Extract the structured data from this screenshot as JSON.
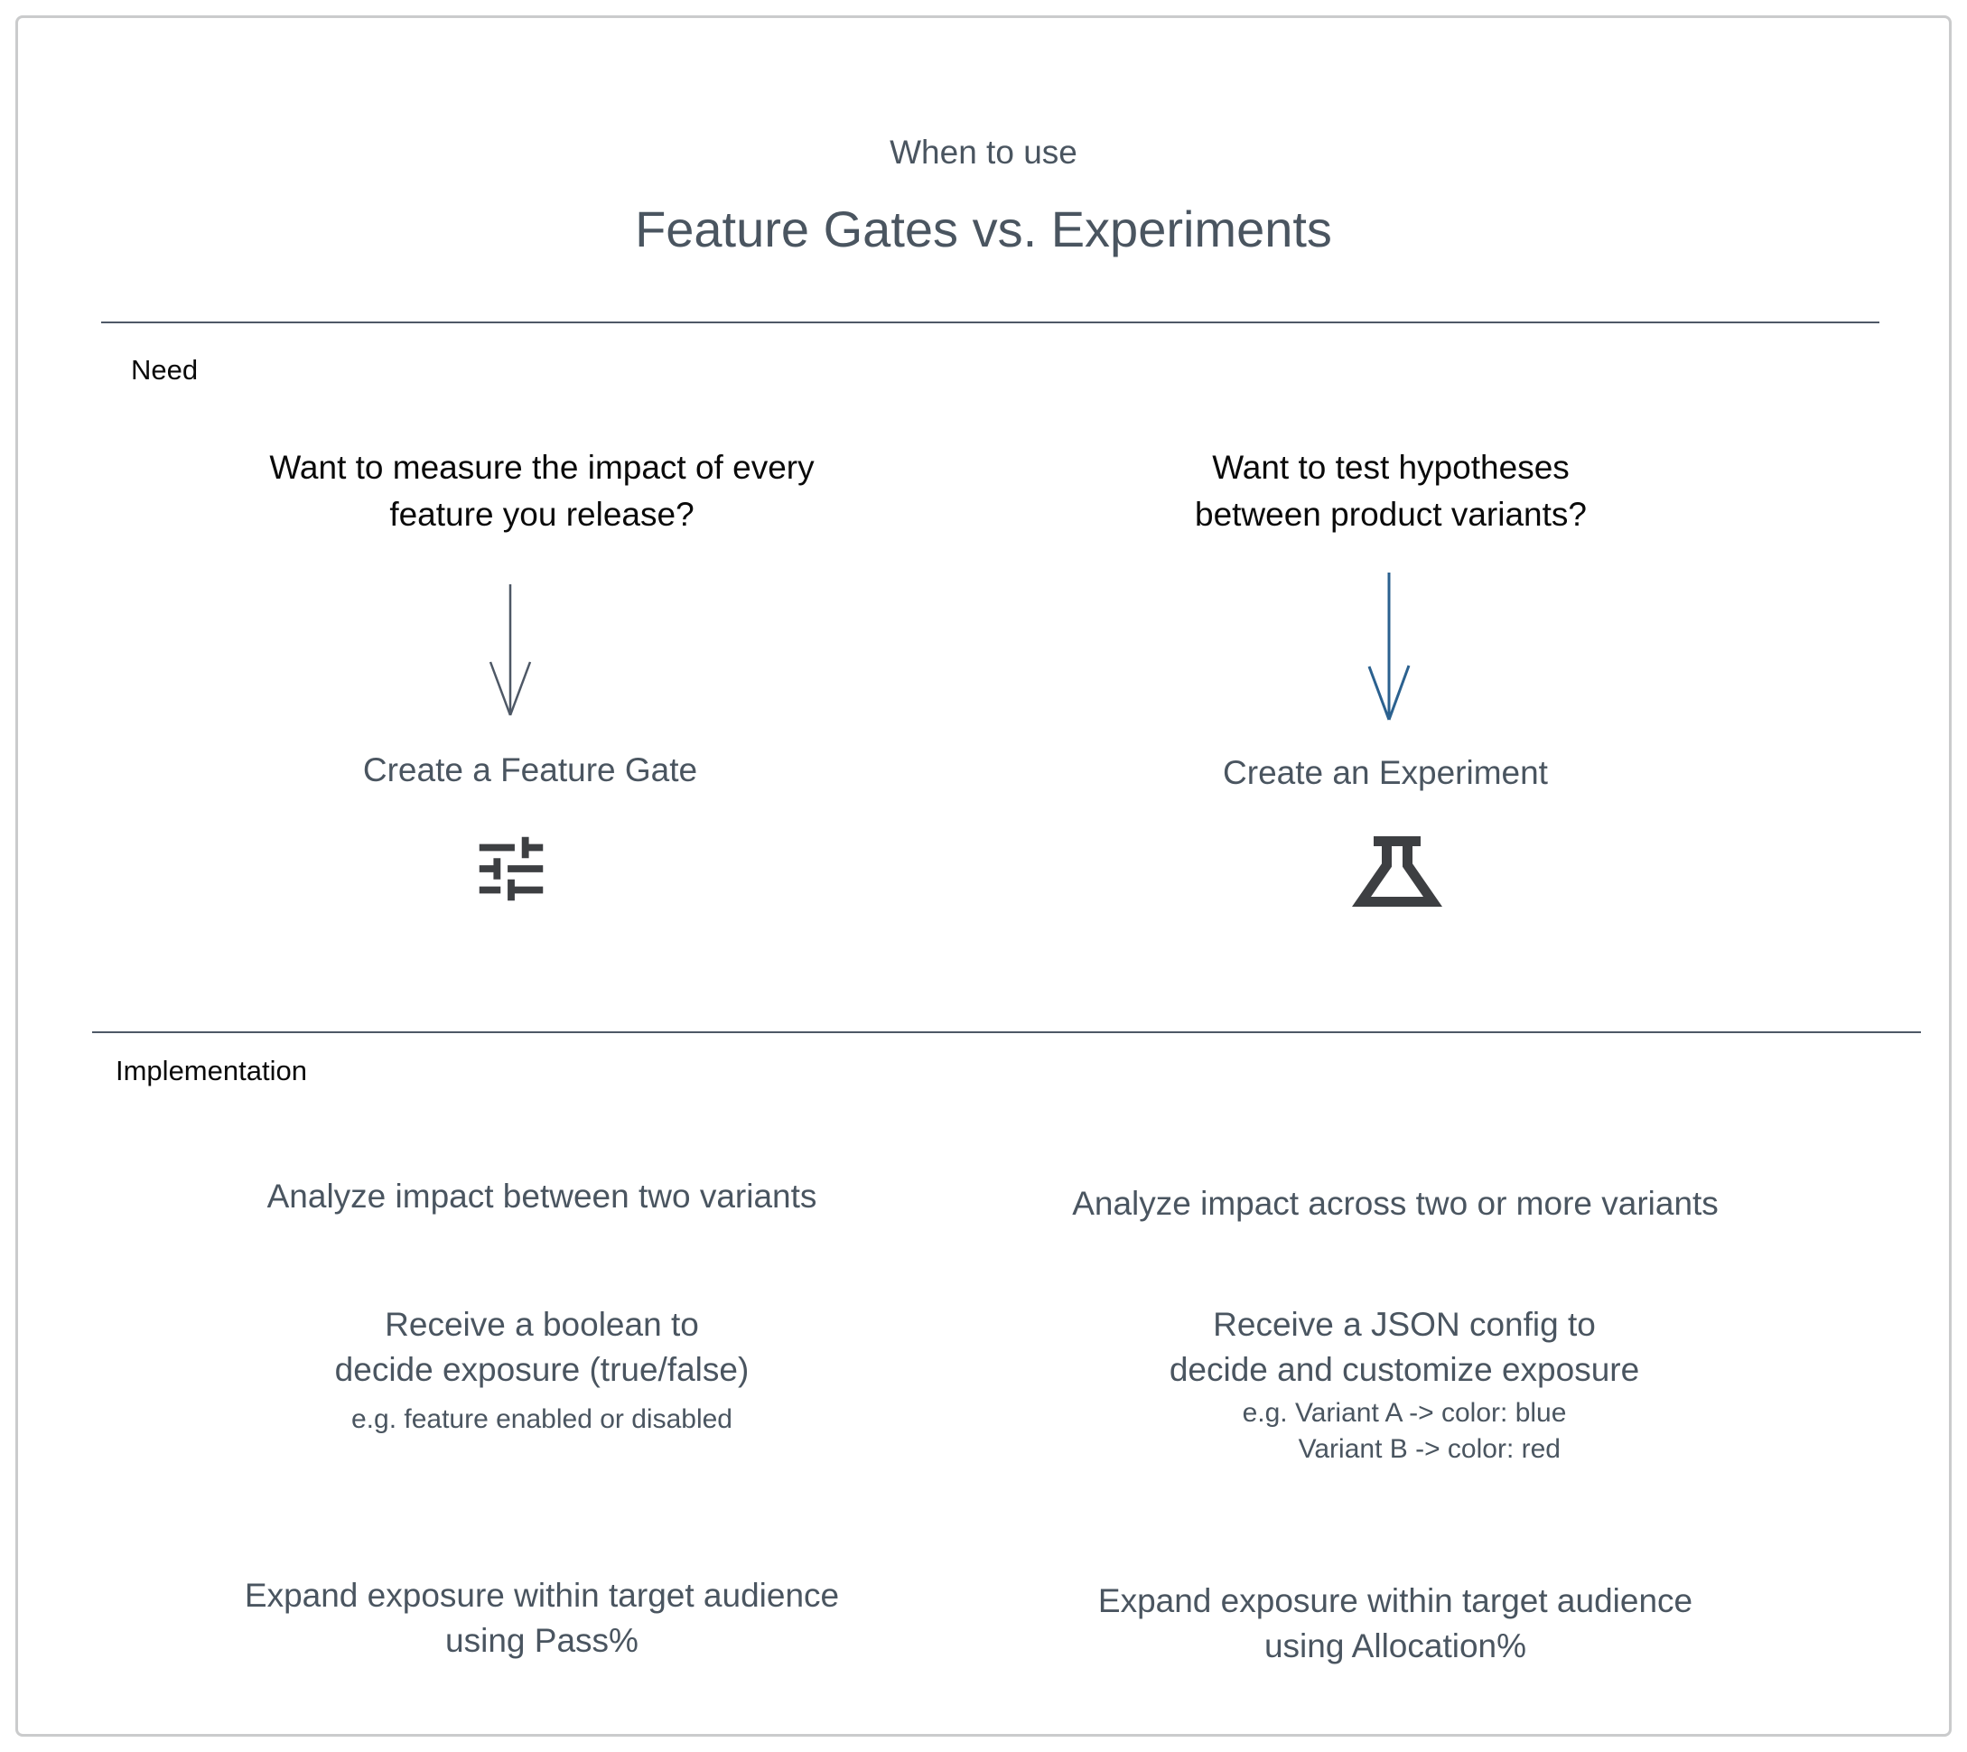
{
  "header": {
    "kicker": "When to use",
    "title": "Feature Gates vs. Experiments"
  },
  "need": {
    "label": "Need",
    "left": {
      "question_line1": "Want to measure the impact of every",
      "question_line2": "feature you release?",
      "action": "Create a Feature Gate",
      "icon": "sliders-icon"
    },
    "right": {
      "question_line1": "Want to test hypotheses",
      "question_line2": "between product variants?",
      "action": "Create an Experiment",
      "icon": "flask-icon"
    }
  },
  "implementation": {
    "label": "Implementation",
    "left": {
      "row1": "Analyze impact between two variants",
      "row2_line1": "Receive a boolean to",
      "row2_line2": "decide exposure (true/false)",
      "row2_example": "e.g. feature enabled or disabled",
      "row3_line1": "Expand exposure within target audience",
      "row3_line2": "using Pass%"
    },
    "right": {
      "row1": "Analyze impact across two or more variants",
      "row2_line1": "Receive a JSON config to",
      "row2_line2": "decide and customize exposure",
      "row2_example_line1": "e.g. Variant A -> color: blue",
      "row2_example_line2": "Variant B -> color: red",
      "row3_line1": "Expand exposure within target audience",
      "row3_line2": "using Allocation%"
    }
  },
  "colors": {
    "slate_text": "#4a5560",
    "black_text": "#0a0a0a",
    "divider": "#4e5866",
    "icon": "#3d3f42",
    "arrow_left": "#4e5866",
    "arrow_right": "#2b618f",
    "frame_border": "#cacbcc"
  }
}
